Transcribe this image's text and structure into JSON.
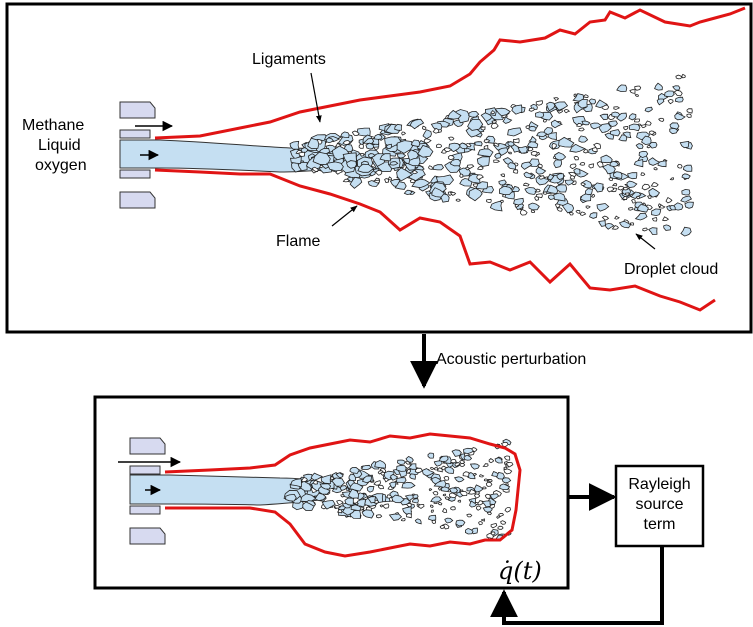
{
  "top_panel": {
    "labels": {
      "ligaments": "Ligaments",
      "methane": "Methane",
      "liquid": "Liquid",
      "oxygen": "oxygen",
      "flame": "Flame",
      "droplet_cloud": "Droplet cloud"
    }
  },
  "connector": {
    "label": "Acoustic perturbation"
  },
  "bottom_panel": {
    "heat_release": "q̇(t)"
  },
  "rayleigh_box": {
    "line1": "Rayleigh",
    "line2": "source",
    "line3": "term"
  },
  "colors": {
    "flame": "#e01414",
    "liquid": "#c5dff2",
    "injector": "#d7daf0",
    "outline": "#000000"
  }
}
